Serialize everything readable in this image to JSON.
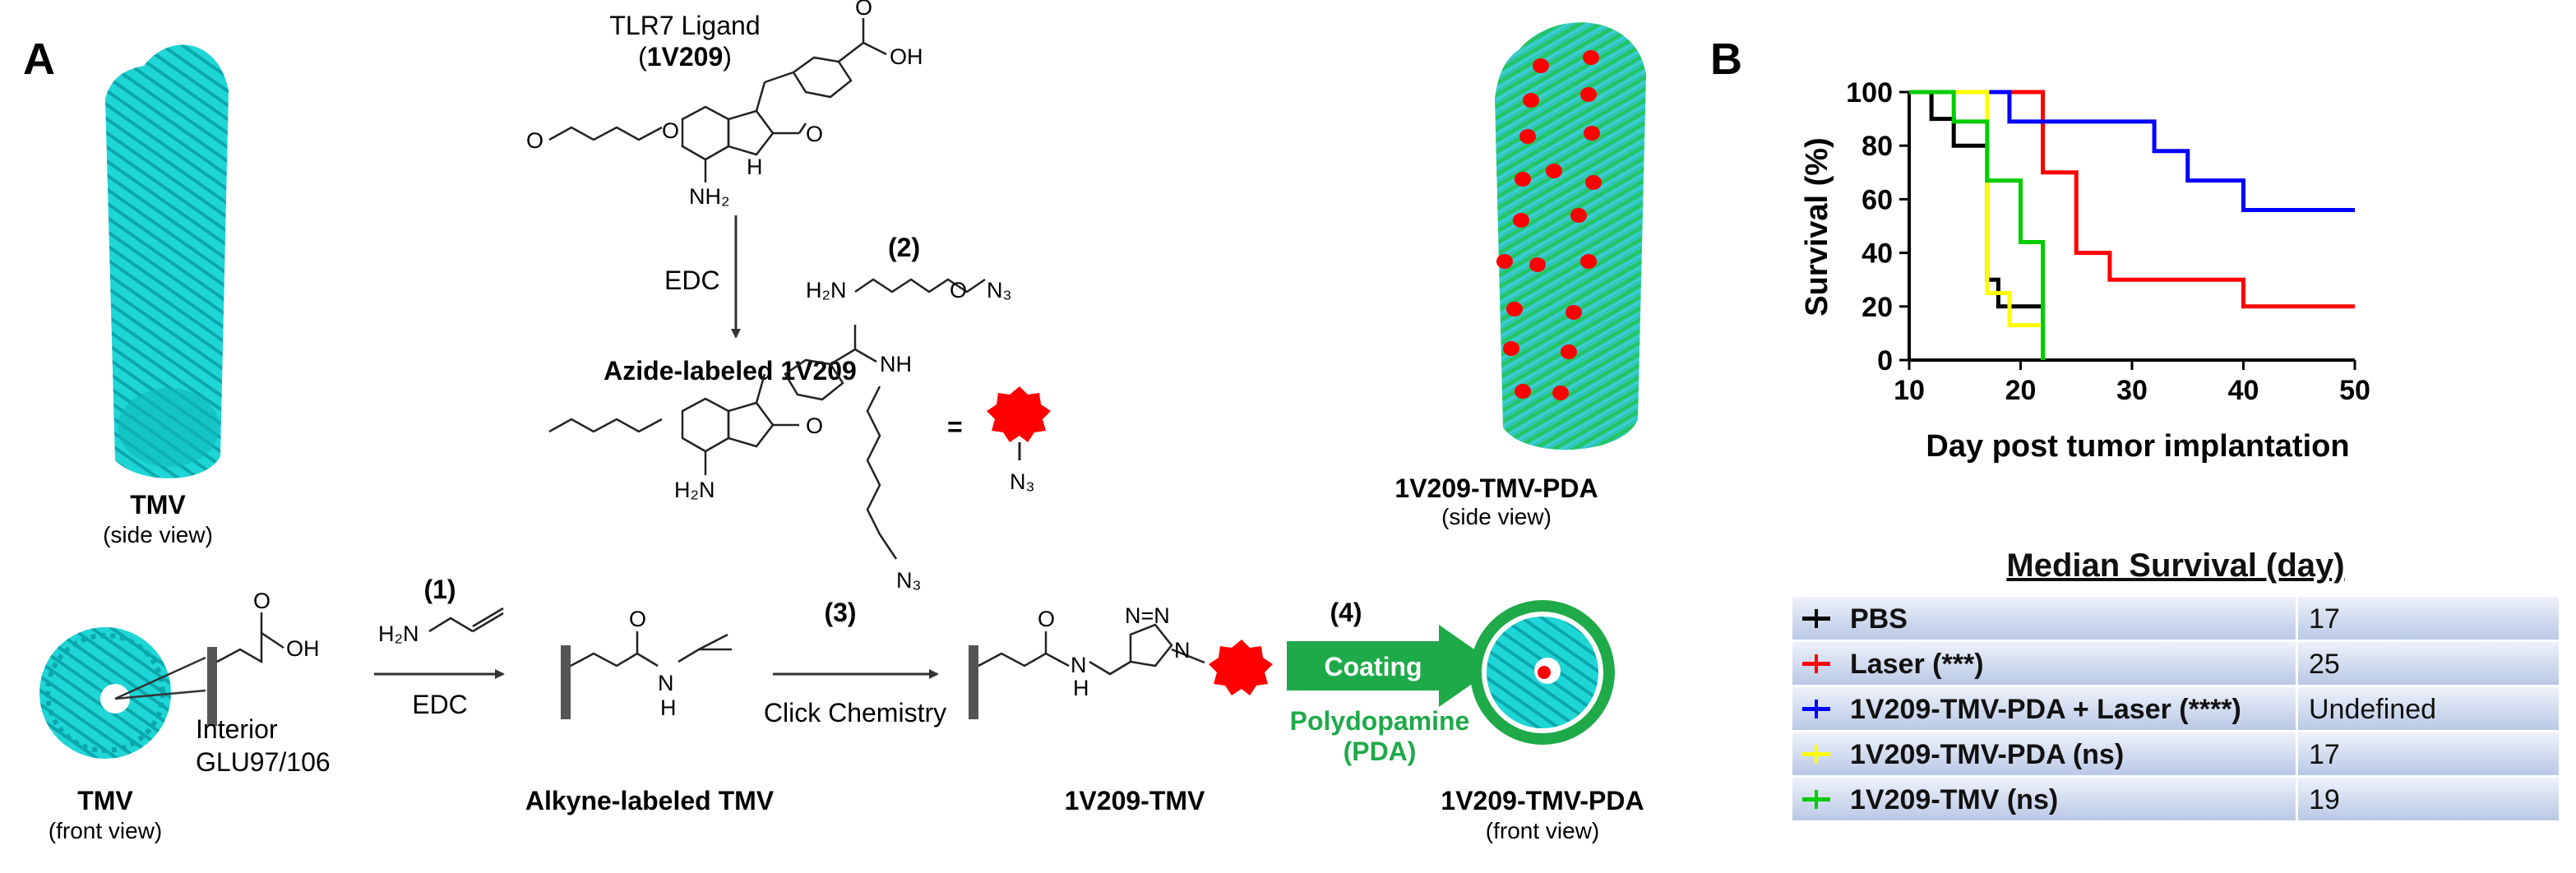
{
  "panels": {
    "a": "A",
    "b": "B"
  },
  "schematic": {
    "tmv_side_name": "TMV",
    "tmv_side_view": "(side view)",
    "pda_side_name": "1V209-TMV-PDA",
    "pda_side_view": "(side view)",
    "ligand_title": "TLR7 Ligand",
    "ligand_open": "(",
    "ligand_name": "1V209",
    "ligand_close": ")",
    "step1_number": "(1)",
    "step1_reagent": "EDC",
    "step2_number": "(2)",
    "step2_reagent": "EDC",
    "step3_number": "(3)",
    "step3_reagent": "Click Chemistry",
    "step4_number": "(4)",
    "step4_arrow": "Coating",
    "step4_reagent_1": "Polydopamine",
    "step4_reagent_2": "(PDA)",
    "azide_title": "Azide-labeled 1V209",
    "equals": "=",
    "interior_1": "Interior",
    "interior_2": "GLU97/106",
    "tmv_front_name": "TMV",
    "tmv_front_view": "(front view)",
    "alkyne_name": "Alkyne-labeled TMV",
    "v209tmv_name": "1V209-TMV",
    "pda_front_name": "1V209-TMV-PDA",
    "pda_front_view": "(front view)"
  },
  "chart_data": {
    "type": "line",
    "subtype": "kaplan-meier step survival curves",
    "xlabel": "Day post tumor implantation",
    "ylabel": "Survival (%)",
    "xlim": [
      10,
      50
    ],
    "ylim": [
      0,
      100
    ],
    "xticks": [
      10,
      20,
      30,
      40,
      50
    ],
    "yticks": [
      0,
      20,
      40,
      60,
      80,
      100
    ],
    "grid": false,
    "series": [
      {
        "name": "PBS",
        "color": "#000000",
        "x": [
          10,
          12,
          14,
          17,
          18,
          20,
          22
        ],
        "y": [
          100,
          90,
          80,
          30,
          20,
          20,
          0
        ]
      },
      {
        "name": "Laser (***)",
        "color": "#ff0000",
        "x": [
          10,
          22,
          25,
          28,
          40,
          50
        ],
        "y": [
          100,
          70,
          40,
          30,
          20,
          20
        ]
      },
      {
        "name": "1V209-TMV-PDA + Laser (****)",
        "color": "#0000ff",
        "x": [
          10,
          19,
          32,
          35,
          40,
          50
        ],
        "y": [
          100,
          89,
          78,
          67,
          56,
          56
        ]
      },
      {
        "name": "1V209-TMV-PDA (ns)",
        "color": "#ffff00",
        "x": [
          10,
          17,
          19,
          22
        ],
        "y": [
          100,
          25,
          13,
          0
        ]
      },
      {
        "name": "1V209-TMV (ns)",
        "color": "#00cc00",
        "x": [
          10,
          14,
          17,
          20,
          22
        ],
        "y": [
          100,
          89,
          67,
          44,
          0
        ]
      }
    ]
  },
  "median_table": {
    "title": "Median Survival (day)",
    "rows": [
      {
        "name": "PBS",
        "value": "17",
        "color": "#000000"
      },
      {
        "name": "Laser (***)",
        "value": "25",
        "color": "#ff0000"
      },
      {
        "name": "1V209-TMV-PDA + Laser (****)",
        "value": "Undefined",
        "color": "#0000ff"
      },
      {
        "name": "1V209-TMV-PDA (ns)",
        "value": "17",
        "color": "#ffff00"
      },
      {
        "name": "1V209-TMV (ns)",
        "value": "19",
        "color": "#00cc00"
      }
    ]
  },
  "colors": {
    "tmv": "#1fd6d6",
    "pda": "#22c55e",
    "ligand": "#ff0000",
    "arrow": "#1faa4a"
  }
}
